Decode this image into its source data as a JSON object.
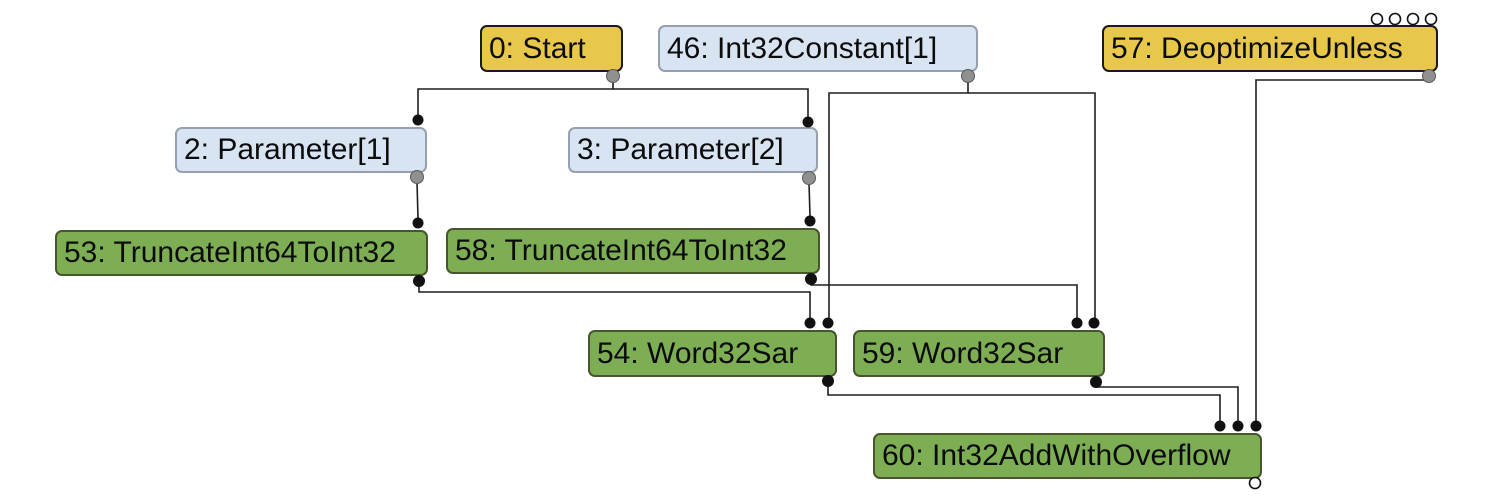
{
  "view": {
    "kind": "compiler-sea-of-nodes-graph",
    "background": "#ffffff"
  },
  "colors": {
    "control_node_fill": "#e8c84a",
    "control_node_border": "#1a1a1a",
    "value_node_fill": "#d8e4f1",
    "value_node_border": "#96a0af",
    "machine_node_fill": "#7dae54",
    "machine_node_border": "#48552f",
    "edge": "#1f1f1f",
    "output_port_fill": "#909090",
    "input_port_fill": "#111111",
    "hidden_port_fill": "#ffffff"
  },
  "nodes": [
    {
      "id": "0",
      "label": "0: Start",
      "style": "yellow"
    },
    {
      "id": "46",
      "label": "46: Int32Constant[1]",
      "style": "blue"
    },
    {
      "id": "57",
      "label": "57: DeoptimizeUnless",
      "style": "yellow",
      "hidden_input_bubbles": 4
    },
    {
      "id": "2",
      "label": "2: Parameter[1]",
      "style": "blue"
    },
    {
      "id": "3",
      "label": "3: Parameter[2]",
      "style": "blue"
    },
    {
      "id": "53",
      "label": "53: TruncateInt64ToInt32",
      "style": "green"
    },
    {
      "id": "58",
      "label": "58: TruncateInt64ToInt32",
      "style": "green"
    },
    {
      "id": "54",
      "label": "54: Word32Sar",
      "style": "green"
    },
    {
      "id": "59",
      "label": "59: Word32Sar",
      "style": "green"
    },
    {
      "id": "60",
      "label": "60: Int32AddWithOverflow",
      "style": "green",
      "hidden_output_bubble": true
    }
  ],
  "edges": [
    {
      "from": "0",
      "to": "2",
      "to_input": 1
    },
    {
      "from": "0",
      "to": "3",
      "to_input": 1
    },
    {
      "from": "46",
      "to": "54",
      "to_input": 2
    },
    {
      "from": "46",
      "to": "59",
      "to_input": 2
    },
    {
      "from": "2",
      "to": "53",
      "to_input": 1
    },
    {
      "from": "3",
      "to": "58",
      "to_input": 1
    },
    {
      "from": "53",
      "to": "54",
      "to_input": 1
    },
    {
      "from": "58",
      "to": "59",
      "to_input": 1
    },
    {
      "from": "54",
      "to": "60",
      "to_input": 1
    },
    {
      "from": "59",
      "to": "60",
      "to_input": 2
    },
    {
      "from": "57",
      "to": "60",
      "to_input": 3
    }
  ]
}
